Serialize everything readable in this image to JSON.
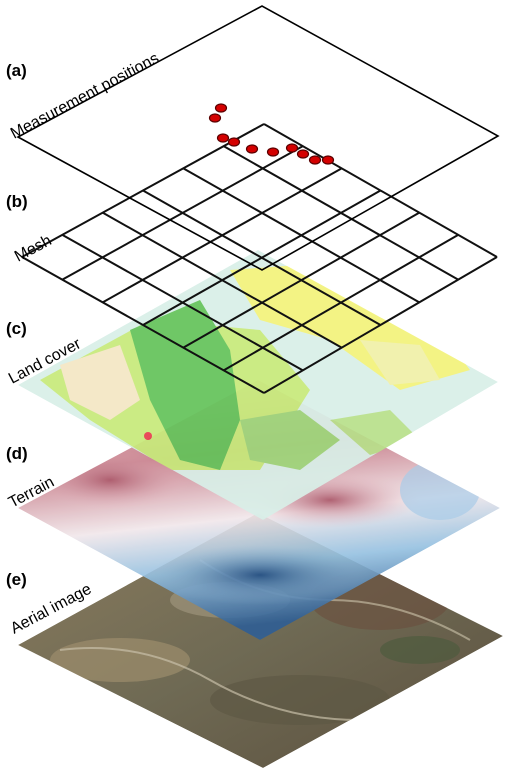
{
  "figure": {
    "layers": [
      {
        "letter": "(a)",
        "label": "Measurement positions"
      },
      {
        "letter": "(b)",
        "label": "Mesh"
      },
      {
        "letter": "(c)",
        "label": "Land cover"
      },
      {
        "letter": "(d)",
        "label": "Terrain"
      },
      {
        "letter": "(e)",
        "label": "Aerial image"
      }
    ],
    "colors": {
      "marker_fill": "#d40000",
      "marker_stroke": "#5a0000",
      "land_forest": "#63c35a",
      "land_grass": "#c7ea7a",
      "land_crop": "#f2f27a",
      "land_bare": "#f3e6c4",
      "land_water": "#d8efe8",
      "terrain_high": "#b86070",
      "terrain_mid": "#f4e6ea",
      "terrain_low": "#9cc6e4",
      "terrain_deep": "#2e5e96",
      "aerial_base": "#7b6f55"
    }
  }
}
